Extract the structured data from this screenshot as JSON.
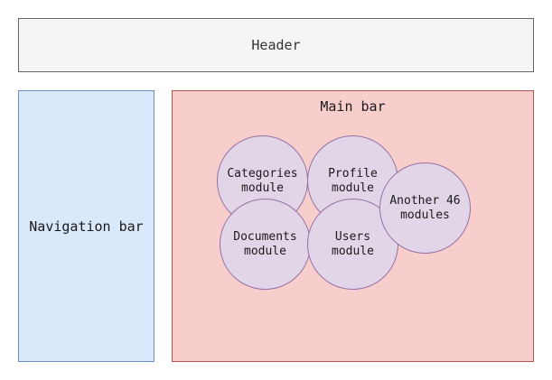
{
  "header": {
    "label": "Header"
  },
  "navigation": {
    "label": "Navigation bar"
  },
  "main": {
    "label": "Main bar",
    "modules": [
      {
        "label": "Categories\nmodule"
      },
      {
        "label": "Profile\nmodule"
      },
      {
        "label": "Documents\nmodule"
      },
      {
        "label": "Users\nmodule"
      },
      {
        "label": "Another 46\nmodules"
      }
    ]
  },
  "colors": {
    "header_fill": "#f5f5f5",
    "navigation_fill": "#dae8fc",
    "main_fill": "#f8cecc",
    "module_fill": "#e1d5e7"
  }
}
